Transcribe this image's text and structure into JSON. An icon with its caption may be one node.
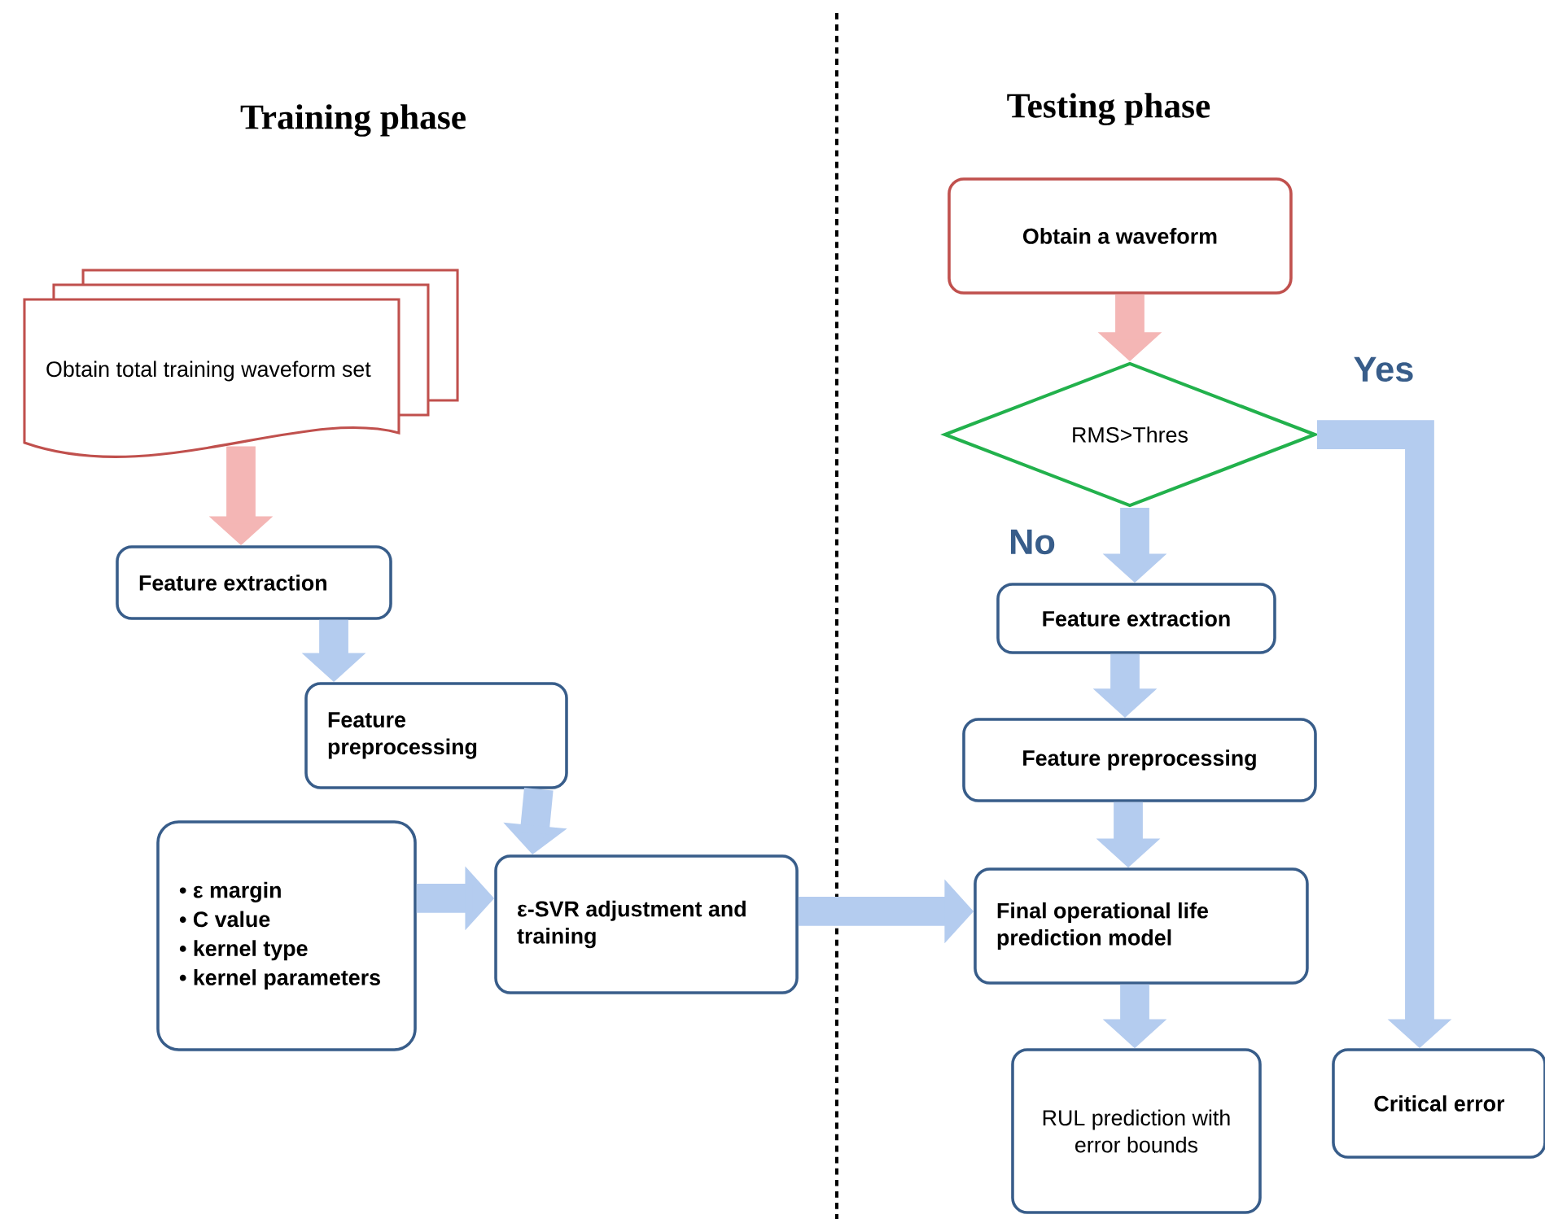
{
  "diagram": {
    "nodes": [
      {
        "text": [
          "Obtain total training waveform set"
        ]
      },
      {
        "text": [
          "Feature extraction"
        ]
      },
      {
        "text": [
          "Feature preprocessing"
        ]
      },
      {
        "text": [
          "• ε margin",
          "• C value",
          "• kernel type",
          "• kernel parameters"
        ]
      },
      {
        "text": [
          "ε-SVR adjustment and training"
        ]
      },
      {
        "text": [
          "Obtain a waveform"
        ]
      },
      {
        "text": [
          "RMS>Thres"
        ]
      },
      {
        "text": [
          "Feature extraction"
        ]
      },
      {
        "text": [
          "Feature preprocessing"
        ]
      },
      {
        "text": [
          "Final operational life prediction model"
        ]
      },
      {
        "text": [
          "RUL prediction with error bounds"
        ]
      },
      {
        "text": [
          "Critical error"
        ]
      }
    ],
    "edges": [
      {
        "from": 0,
        "to": 1,
        "arrow": "to",
        "color": "#f4b6b5"
      },
      {
        "from": 1,
        "to": 2,
        "arrow": "to"
      },
      {
        "from": 2,
        "to": 4,
        "arrow": "to"
      },
      {
        "from": 3,
        "to": 4,
        "arrow": "to"
      },
      {
        "from": 4,
        "to": 9,
        "arrow": "to"
      },
      {
        "from": 5,
        "to": 6,
        "arrow": "to",
        "color": "#f4b6b5"
      },
      {
        "from": 6,
        "to": 7,
        "arrow": "to",
        "label": "No"
      },
      {
        "from": 6,
        "to": 11,
        "arrow": "to",
        "label": "Yes"
      },
      {
        "from": 7,
        "to": 8,
        "arrow": "to"
      },
      {
        "from": 8,
        "to": 9,
        "arrow": "to"
      },
      {
        "from": 9,
        "to": 10,
        "arrow": "to"
      }
    ],
    "labels": [
      "Training phase",
      "Testing phase"
    ]
  }
}
